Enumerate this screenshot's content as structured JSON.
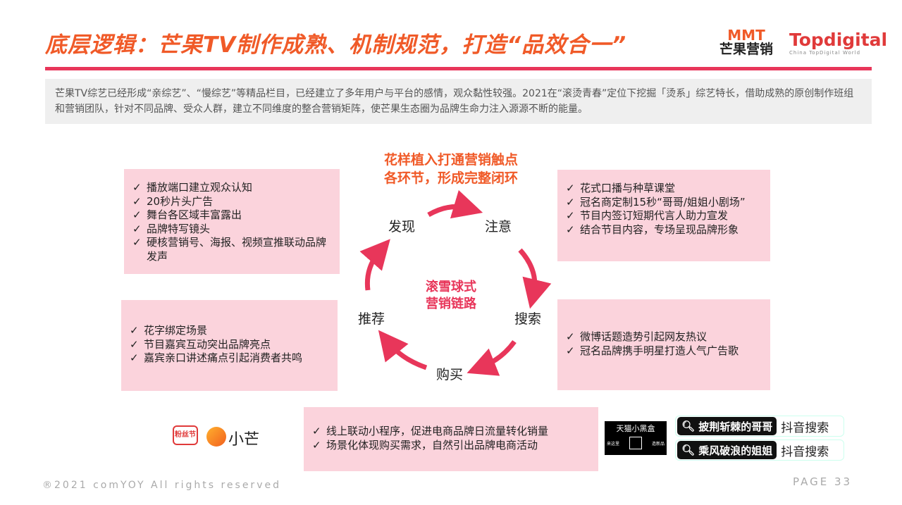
{
  "header": {
    "title": "底层逻辑：芒果TV制作成熟、机制规范，打造“品效合一”",
    "logo_mmt_top": "MMT",
    "logo_mmt_bottom": "芒果营销",
    "logo_topdigital": "Topdigital",
    "logo_topdigital_sub": "China TopDigital World"
  },
  "intro": "芒果TV综艺已经形成“亲综艺”、“慢综艺”等精品栏目，已经建立了多年用户与平台的感情，观众黏性较强。2021在“滚烫青春”定位下挖掘「烫系」综艺特长，借助成熟的原创制作班组和营销团队，针对不同品牌、受众人群，建立不同维度的整合营销矩阵，使芒果生态圈为品牌生命力注入源源不断的能量。",
  "diagram": {
    "heading_line1": "花样植入打通营销触点",
    "heading_line2": "各环节，形成完整闭环",
    "center_line1": "滚雪球式",
    "center_line2": "营销链路",
    "nodes": {
      "discover": "发现",
      "attention": "注意",
      "search": "搜索",
      "purchase": "购买",
      "recommend": "推荐"
    },
    "arrow_color": "#e8365a"
  },
  "boxes": {
    "discover": [
      "播放端口建立观众认知",
      "20秒片头广告",
      "舞台各区域丰富露出",
      "品牌特写镜头",
      "硬核营销号、海报、视频宣推联动品牌发声"
    ],
    "attention": [
      "花式口播与种草课堂",
      "冠名商定制15秒“哥哥/姐姐小剧场”",
      "节目内签订短期代言人助力宣发",
      "结合节目内容，专场呈现品牌形象"
    ],
    "recommend": [
      "花字绑定场景",
      "节目嘉宾互动突出品牌亮点",
      "嘉宾亲口讲述痛点引起消费者共鸣"
    ],
    "search": [
      "微博话题造势引起网友热议",
      "冠名品牌携手明星打造人气广告歌"
    ],
    "purchase": [
      "线上联动小程序，促进电商品牌日流量转化销量",
      "场景化体现购买需求，自然引出品牌电商活动"
    ]
  },
  "logos": {
    "fensi": "粉丝节",
    "xiaomang": "小芒",
    "tmall_box": "天猫小黑盒",
    "tmall_left": "来这里",
    "tmall_right": "造新品",
    "search1": "披荆斩棘的哥哥",
    "search2": "乘风破浪的姐姐",
    "douyin": "抖音搜索"
  },
  "footer": {
    "copyright": "®2021 comYOY All rights reserved",
    "page": "PAGE 33"
  },
  "colors": {
    "title": "#f05a28",
    "accent": "#e8365a",
    "box": "#fbd3dc"
  }
}
